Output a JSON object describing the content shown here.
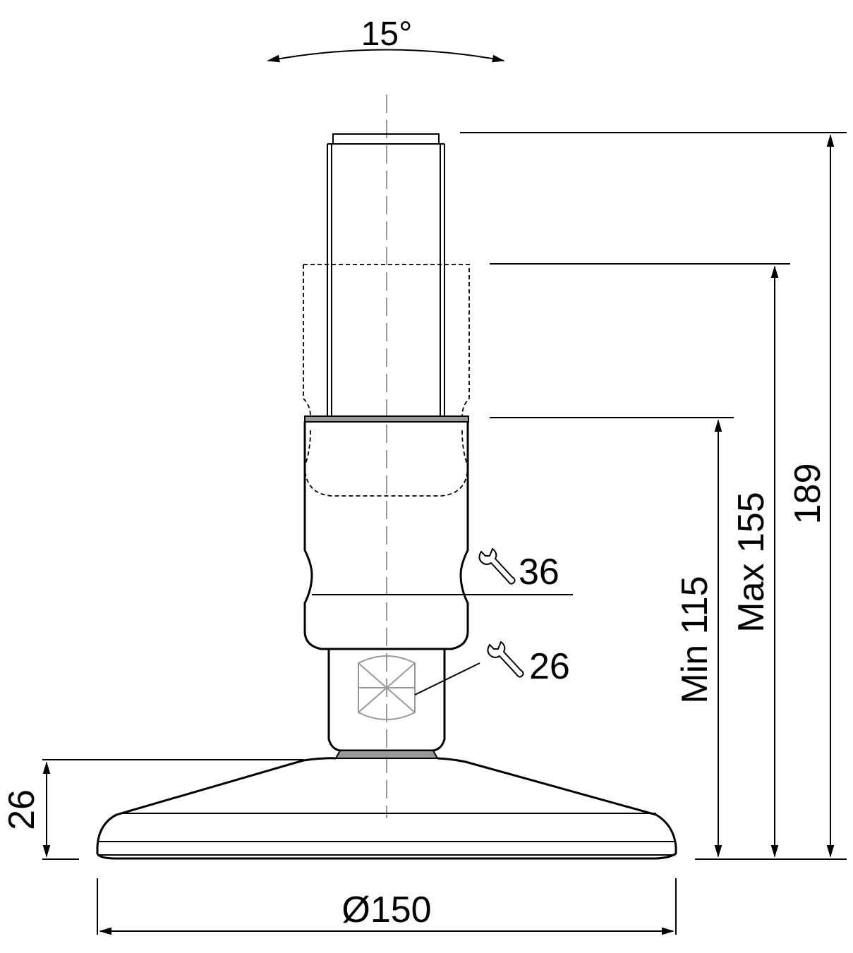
{
  "drawing": {
    "tilt_angle": "15°",
    "dimensions": {
      "height_overall": "189",
      "height_max": "Max 155",
      "height_min": "Min 115",
      "base_height": "26",
      "base_diameter": "Ø150"
    },
    "wrench_sizes": {
      "upper": "36",
      "lower": "26"
    },
    "icons": [
      "wrench-icon",
      "wrench-icon"
    ],
    "colors": {
      "line": "#000000",
      "centerline": "#999999",
      "seal": "#999999"
    }
  }
}
